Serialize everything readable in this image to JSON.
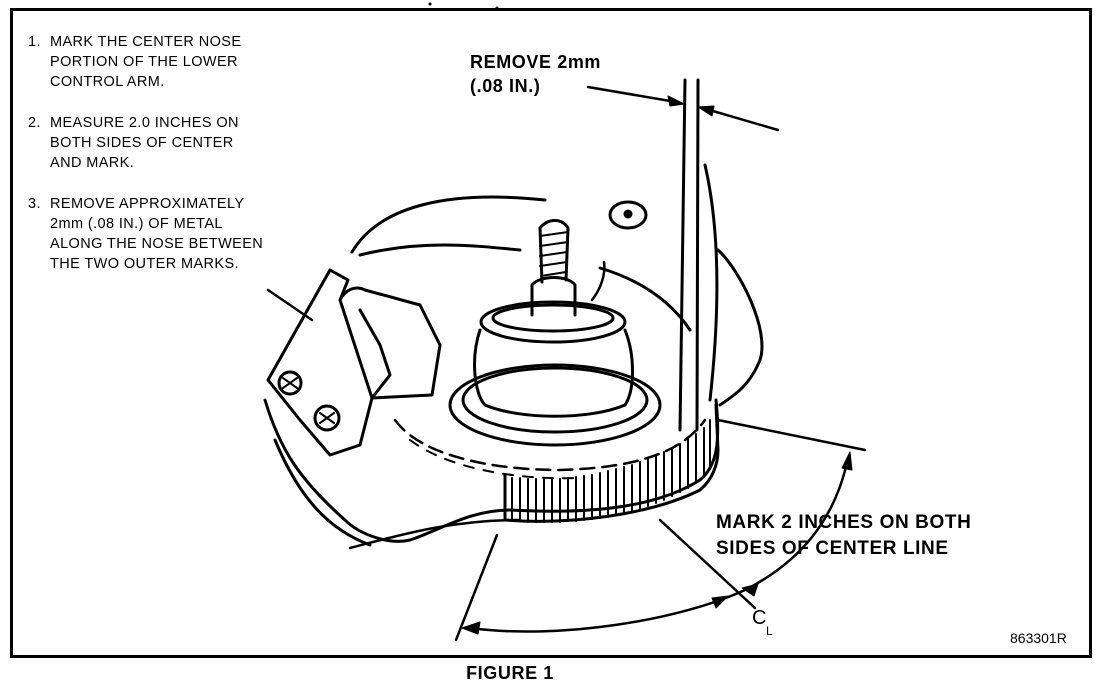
{
  "instructions": [
    {
      "num": "1.",
      "text": "MARK THE CENTER NOSE\nPORTION OF THE LOWER\nCONTROL ARM."
    },
    {
      "num": "2.",
      "text": "MEASURE 2.0 INCHES ON\nBOTH SIDES OF CENTER\nAND MARK."
    },
    {
      "num": "3.",
      "text": "REMOVE APPROXIMATELY\n2mm (.08 IN.) OF METAL\nALONG THE NOSE BETWEEN\nTHE TWO OUTER MARKS."
    }
  ],
  "labels": {
    "remove": "REMOVE 2mm\n(.08 IN.)",
    "mark": "MARK 2 INCHES ON BOTH\nSIDES OF CENTER LINE",
    "centerline_c": "C",
    "centerline_l": "L",
    "figure_id": "863301R"
  },
  "caption": "FIGURE 1"
}
